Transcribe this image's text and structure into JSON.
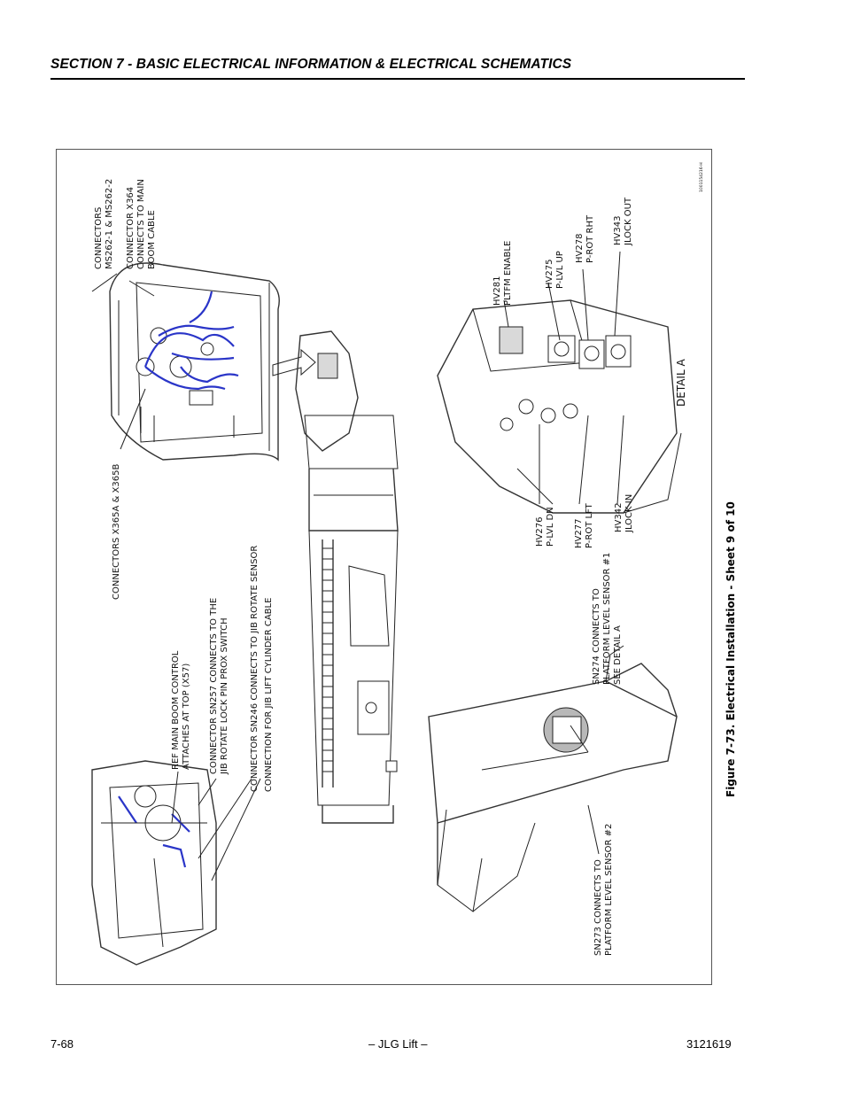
{
  "header": {
    "title": "SECTION 7 - BASIC ELECTRICAL INFORMATION & ELECTRICAL SCHEMATICS"
  },
  "figure": {
    "caption": "Figure 7-73.  Electrical Installation - Sheet 9 of 10",
    "drawing_id": "1001154216-H",
    "callouts": {
      "connectors_ms": [
        "CONNECTORS",
        "MS262-1 & MS262-2"
      ],
      "connector_x364": [
        "CONNECTOR X364",
        "CONNECTS TO MAIN",
        "BOOM CABLE"
      ],
      "connectors_x365": "CONNECTORS X365A & X365B",
      "ref_main_boom": [
        "REF MAIN BOOM CONTROL",
        "ATTACHES AT TOP (X57)"
      ],
      "sn257": [
        "CONNECTOR SN257 CONNECTS TO THE",
        "JIB ROTATE LOCK PIN PROX SWITCH"
      ],
      "sn246": "CONNECTOR SN246 CONNECTS TO JIB ROTATE SENSOR",
      "jib_lift": "CONNECTION FOR JIB LIFT CYLINDER CABLE",
      "sn274": [
        "SN274 CONNECTS TO",
        "PLATFORM LEVEL SENSOR #1",
        "SEE DETAIL A"
      ],
      "sn273": [
        "SN273 CONNECTS TO",
        "PLATFORM LEVEL SENSOR #2"
      ],
      "hv281": [
        "HV281",
        "PLTFM ENABLE"
      ],
      "hv275": [
        "HV275",
        "P-LVL UP"
      ],
      "hv278": [
        "HV278",
        "P-ROT RHT"
      ],
      "hv343": [
        "HV343",
        "JLOCK OUT"
      ],
      "hv276": [
        "HV276",
        "P-LVL DN"
      ],
      "hv277": [
        "HV277",
        "P-ROT LFT"
      ],
      "hv342": [
        "HV342",
        "JLOCK IN"
      ],
      "detail_a": "DETAIL  A"
    }
  },
  "footer": {
    "page_number": "7-68",
    "center": "– JLG Lift –",
    "doc_number": "3121619"
  }
}
